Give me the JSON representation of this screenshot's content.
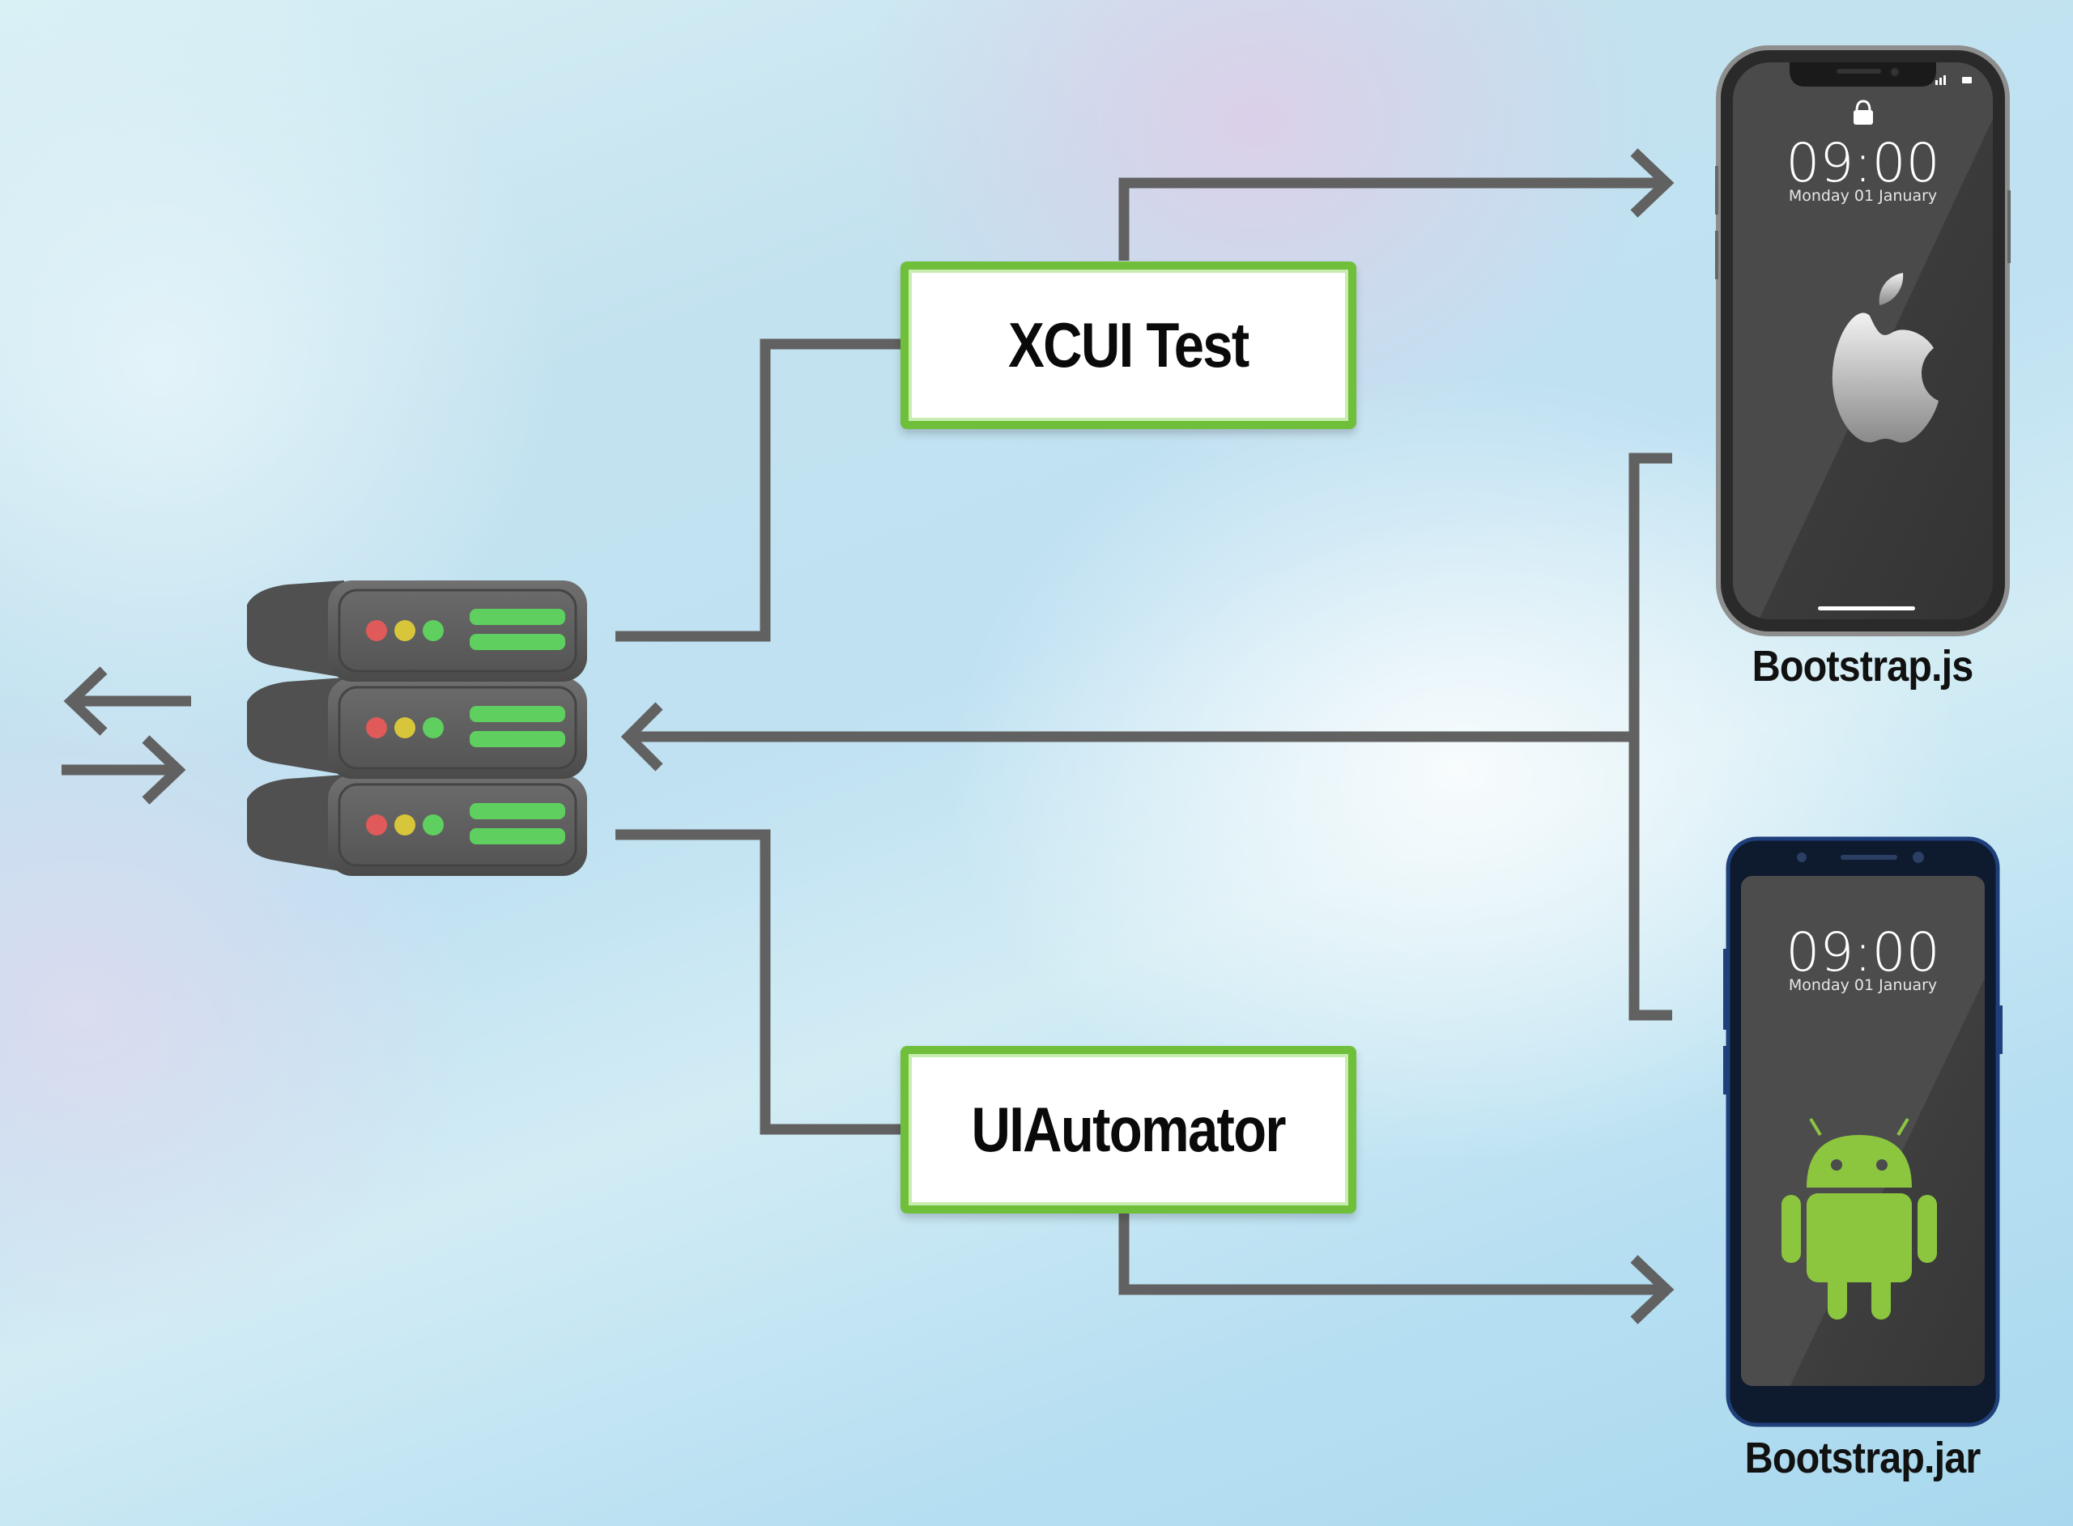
{
  "diagram": {
    "nodes": {
      "xcui": {
        "label": "XCUI Test"
      },
      "uiautomator": {
        "label": "UIAutomator"
      }
    },
    "devices": {
      "ios": {
        "time": "09:00",
        "date": "Monday 01 January",
        "caption": "Bootstrap.js"
      },
      "android": {
        "time": "09:00",
        "date": "Monday 01 January",
        "caption": "Bootstrap.jar"
      }
    },
    "icons": [
      "exchange-arrows-icon",
      "server-icon",
      "apple-logo-icon",
      "android-logo-icon",
      "lock-icon"
    ],
    "colors": {
      "connector": "#616161",
      "label_border": "#6fbf3a",
      "server_body": "#5c5c5c",
      "led_red": "#e05a5a",
      "led_yellow": "#d8c63a",
      "led_green": "#5fcf5f",
      "android_green": "#8cc63f"
    }
  }
}
